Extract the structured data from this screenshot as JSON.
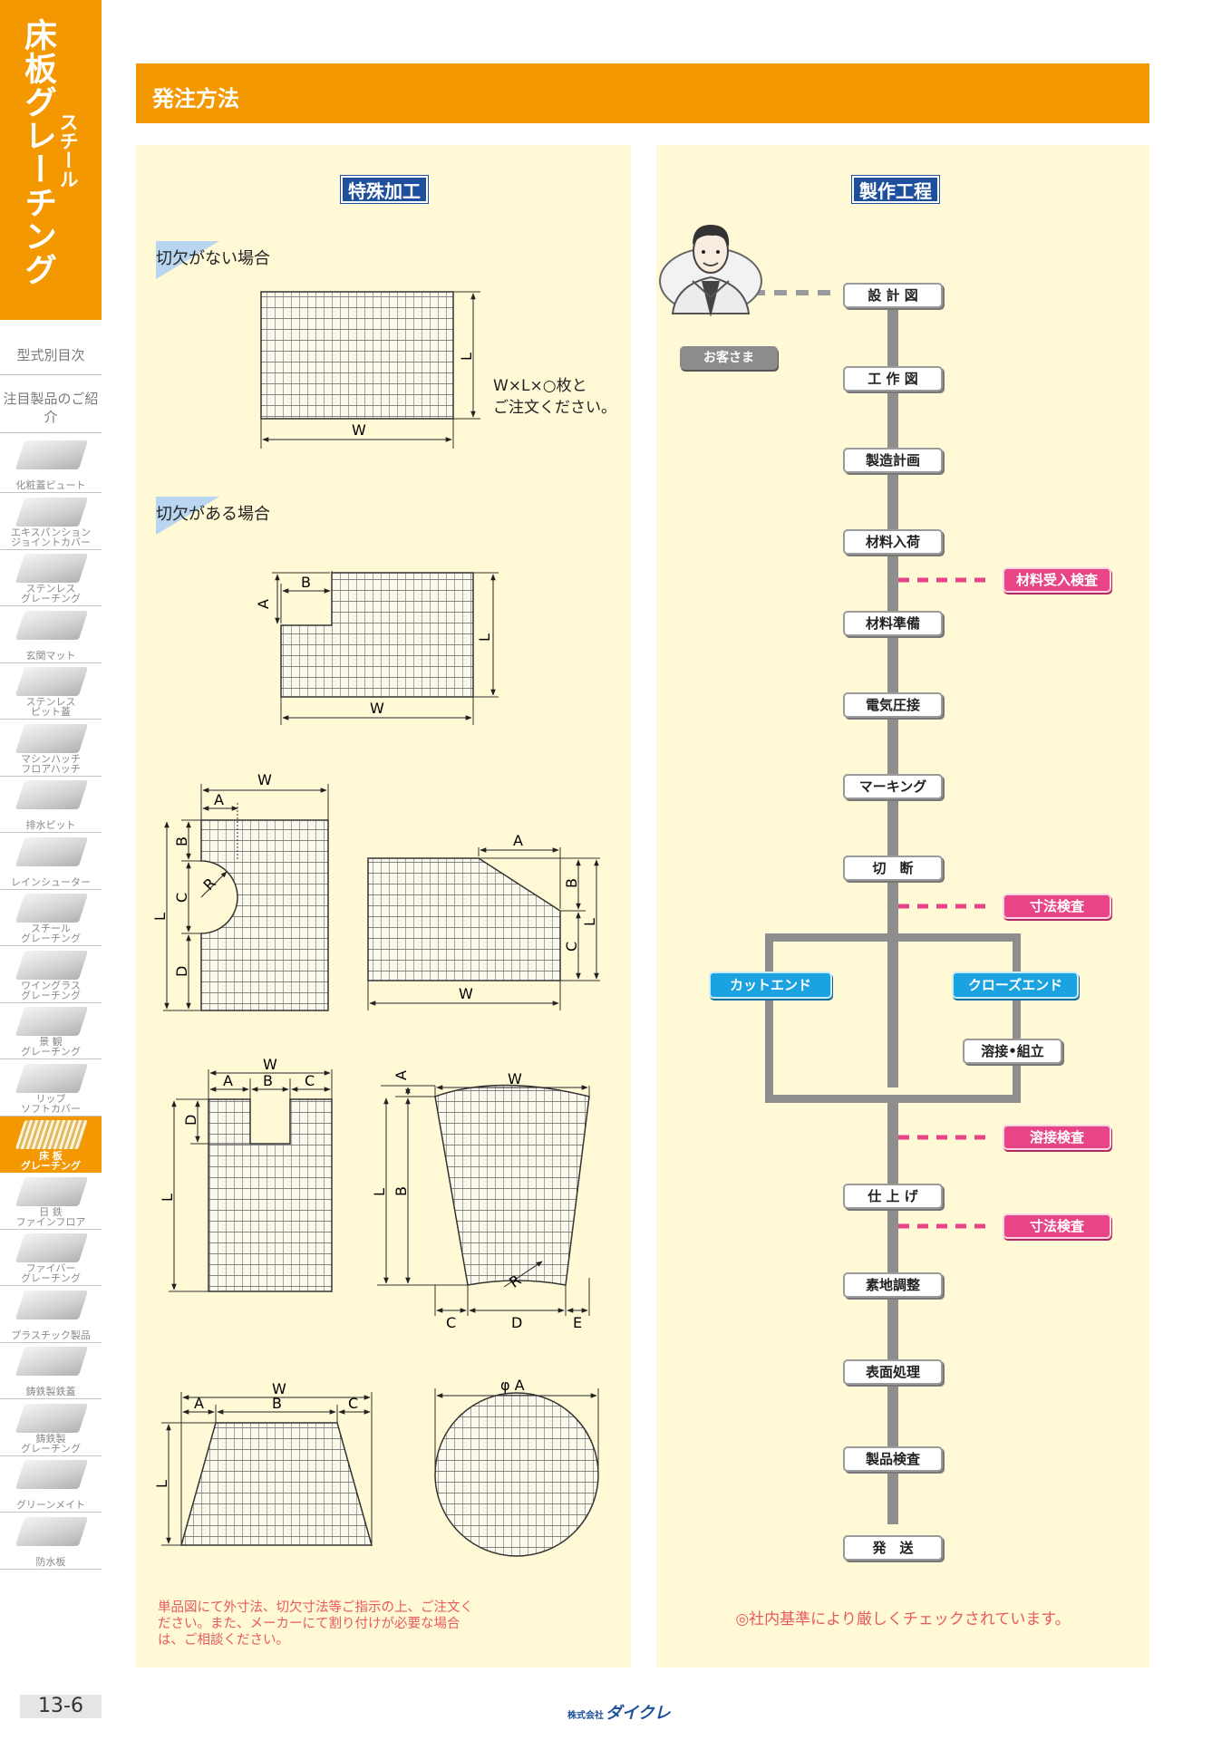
{
  "sidebar": {
    "title_main": "床板グレーチング",
    "title_ruby": "スチール",
    "links": [
      "型式別目次",
      "注目製品のご紹介"
    ],
    "items": [
      {
        "label": "化粧蓋ピュート"
      },
      {
        "label": "エキスパンション\nジョイントカバー"
      },
      {
        "label": "ステンレス\nグレーチング"
      },
      {
        "label": "玄関マット"
      },
      {
        "label": "ステンレス\nピット蓋"
      },
      {
        "label": "マシンハッチ\nフロアハッチ"
      },
      {
        "label": "排水ピット"
      },
      {
        "label": "レインシューター"
      },
      {
        "label": "スチール\nグレーチング"
      },
      {
        "label": "ワイングラス\nグレーチング"
      },
      {
        "label": "景 観\nグレーチング"
      },
      {
        "label": "リップ\nソフトカバー"
      },
      {
        "label": "床 板\nグレーチング",
        "active": true
      },
      {
        "label": "日 鉄\nファインフロア"
      },
      {
        "label": "ファイバー\nグレーチング"
      },
      {
        "label": "プラスチック製品"
      },
      {
        "label": "鋳鉄製鉄蓋"
      },
      {
        "label": "鋳鉄製\nグレーチング"
      },
      {
        "label": "グリーンメイト"
      },
      {
        "label": "防水板"
      }
    ]
  },
  "header": {
    "title": "発注方法"
  },
  "special": {
    "title": "特殊加工",
    "case_no_notch": "切欠がない場合",
    "case_notch": "切欠がある場合",
    "order_line1": "W×L×○枚と",
    "order_line2": "ご注文ください。",
    "dims": {
      "W": "W",
      "L": "L",
      "A": "A",
      "B": "B",
      "C": "C",
      "D": "D",
      "E": "E",
      "R": "R",
      "phiA": "φ A"
    },
    "note": "単品図にて外寸法、切欠寸法等ご指示の上、ご注文ください。また、メーカーにて割り付けが必要な場合は、ご相談ください。"
  },
  "process": {
    "title": "製作工程",
    "customer": "お客さま",
    "steps": [
      "設 計 図",
      "工 作 図",
      "製造計画",
      "材料入荷",
      "材料準備",
      "電気圧接",
      "マーキング",
      "切　断",
      "仕 上 げ",
      "素地調整",
      "表面処理",
      "製品検査",
      "発　送"
    ],
    "checks": [
      "材料受入検査",
      "寸法検査",
      "溶接検査",
      "寸法検査"
    ],
    "branches": {
      "left": "カットエンド",
      "right": "クローズエンド",
      "weld": "溶接•組立"
    },
    "note": "◎社内基準により厳しくチェックされています。"
  },
  "footer": {
    "page": "13-6",
    "maker_prefix": "株式会社",
    "maker": "ダイクレ"
  },
  "colors": {
    "orange": "#f39800",
    "navy": "#1d4f9c",
    "pink": "#e84586",
    "blue": "#1aa3e0",
    "cream": "#fff9d6",
    "red_text": "#e85a5a"
  }
}
